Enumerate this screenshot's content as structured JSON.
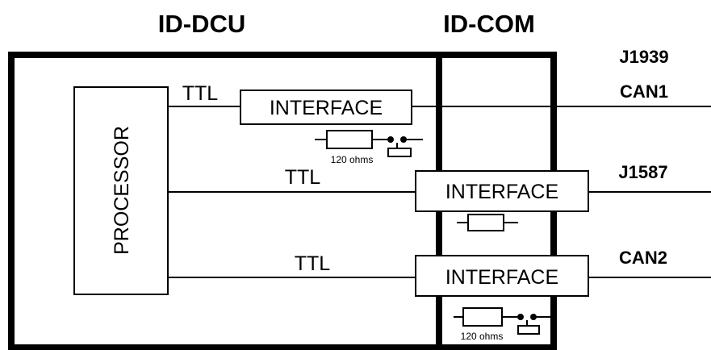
{
  "titles": {
    "dcu": "ID-DCU",
    "com": "ID-COM"
  },
  "processor": {
    "label": "PROCESSOR"
  },
  "channels": [
    {
      "bus_label_top": "J1939",
      "bus_label": "CAN1",
      "ttl_label": "TTL",
      "interface_label": "INTERFACE",
      "resistor_label": "120 ohms",
      "has_switch": true
    },
    {
      "bus_label": "J1587",
      "ttl_label": "TTL",
      "interface_label": "INTERFACE",
      "has_switch": false
    },
    {
      "bus_label": "CAN2",
      "ttl_label": "TTL",
      "interface_label": "INTERFACE",
      "resistor_label": "120 ohms",
      "has_switch": true
    }
  ],
  "colors": {
    "line": "#000000",
    "background": "#ffffff"
  }
}
